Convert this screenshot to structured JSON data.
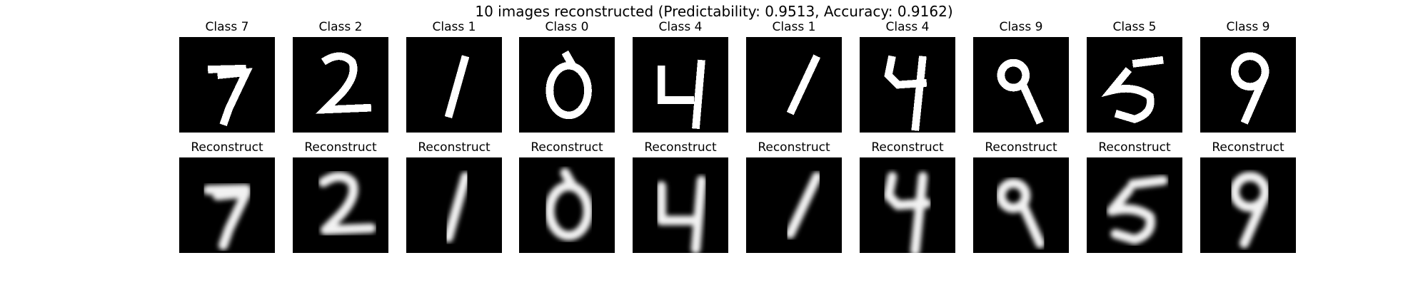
{
  "figure": {
    "title": "10 images reconstructed (Predictability: 0.9513, Accuracy: 0.9162)",
    "reconstruct_label": "Reconstruct"
  },
  "samples": [
    {
      "label": "Class 7",
      "digit": 7
    },
    {
      "label": "Class 2",
      "digit": 2
    },
    {
      "label": "Class 1",
      "digit": 1
    },
    {
      "label": "Class 0",
      "digit": 0
    },
    {
      "label": "Class 4",
      "digit": 4
    },
    {
      "label": "Class 1",
      "digit": 1
    },
    {
      "label": "Class 4",
      "digit": 4
    },
    {
      "label": "Class 9",
      "digit": 9
    },
    {
      "label": "Class 5",
      "digit": 5
    },
    {
      "label": "Class 9",
      "digit": 9
    }
  ]
}
